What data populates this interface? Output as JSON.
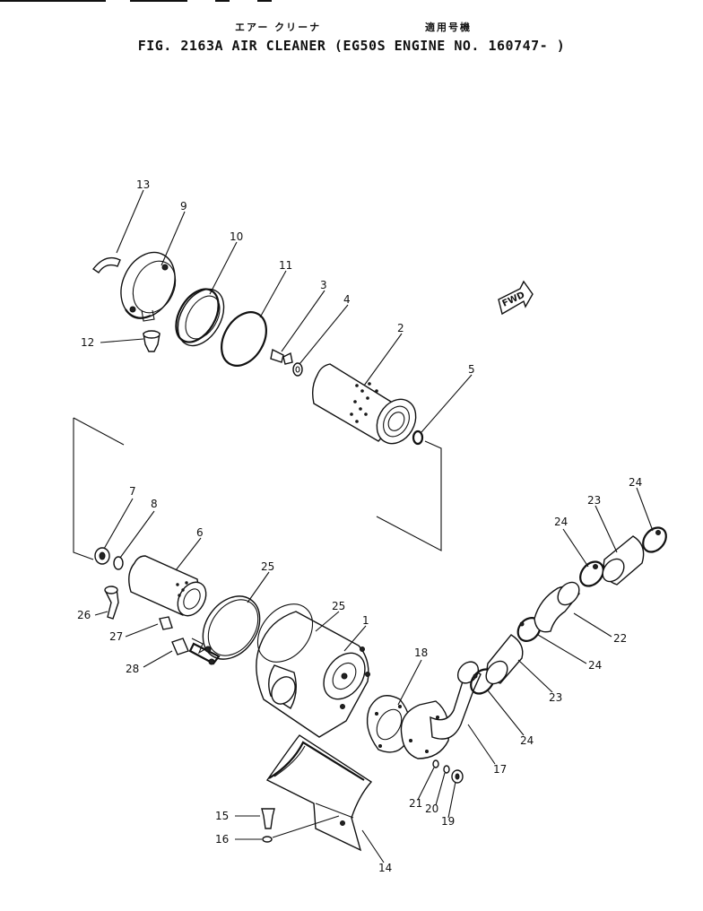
{
  "header": {
    "title_jp_left": "エアー クリーナ",
    "title_jp_right": "適用号機",
    "title_en": "FIG. 2163A   AIR CLEANER (EG50S ENGINE NO. 160747- )"
  },
  "fwd_label": "FWD",
  "callouts": [
    {
      "id": "c13",
      "label": "13"
    },
    {
      "id": "c9",
      "label": "9"
    },
    {
      "id": "c10",
      "label": "10"
    },
    {
      "id": "c11",
      "label": "11"
    },
    {
      "id": "c3",
      "label": "3"
    },
    {
      "id": "c4",
      "label": "4"
    },
    {
      "id": "c2",
      "label": "2"
    },
    {
      "id": "c5",
      "label": "5"
    },
    {
      "id": "c12",
      "label": "12"
    },
    {
      "id": "c7",
      "label": "7"
    },
    {
      "id": "c8",
      "label": "8"
    },
    {
      "id": "c6",
      "label": "6"
    },
    {
      "id": "c25a",
      "label": "25"
    },
    {
      "id": "c25b",
      "label": "25"
    },
    {
      "id": "c1",
      "label": "1"
    },
    {
      "id": "c26",
      "label": "26"
    },
    {
      "id": "c27",
      "label": "27"
    },
    {
      "id": "c28",
      "label": "28"
    },
    {
      "id": "c18",
      "label": "18"
    },
    {
      "id": "c24a",
      "label": "24"
    },
    {
      "id": "c23a",
      "label": "23"
    },
    {
      "id": "c24b",
      "label": "24"
    },
    {
      "id": "c22",
      "label": "22"
    },
    {
      "id": "c24c",
      "label": "24"
    },
    {
      "id": "c23b",
      "label": "23"
    },
    {
      "id": "c24d",
      "label": "24"
    },
    {
      "id": "c17",
      "label": "17"
    },
    {
      "id": "c21",
      "label": "21"
    },
    {
      "id": "c20",
      "label": "20"
    },
    {
      "id": "c19",
      "label": "19"
    },
    {
      "id": "c15",
      "label": "15"
    },
    {
      "id": "c16",
      "label": "16"
    },
    {
      "id": "c14",
      "label": "14"
    }
  ]
}
